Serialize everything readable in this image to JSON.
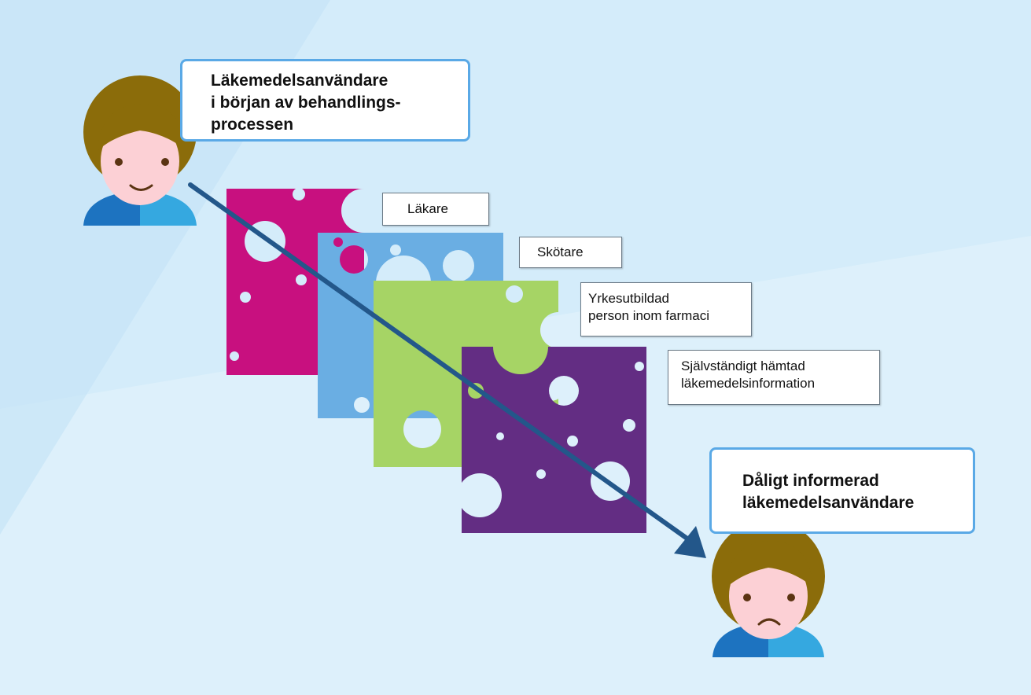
{
  "start_user": {
    "lines": [
      "Läkemedelsanvändare",
      "i början av behandlings-",
      "processen"
    ],
    "mood": "smiling"
  },
  "end_user": {
    "lines": [
      "Dåligt informerad",
      "läkemedelsanvändare"
    ],
    "mood": "sad"
  },
  "layers": [
    {
      "label_lines": [
        "Läkare"
      ],
      "color": "#c8107f"
    },
    {
      "label_lines": [
        "Skötare"
      ],
      "color": "#6aaee3"
    },
    {
      "label_lines": [
        "Yrkesutbildad",
        "person inom farmaci"
      ],
      "color": "#a6d465"
    },
    {
      "label_lines": [
        "Självständigt hämtad",
        "läkemedelsinformation"
      ],
      "color": "#632d83"
    }
  ],
  "colors": {
    "background": "#d4ecfa",
    "arrow": "#23578a",
    "bubble_border": "#5aa9e6",
    "hair": "#8b6c0a",
    "skin": "#fcd0d5",
    "shirt_dark": "#1d73c0",
    "shirt_light": "#35a8e0"
  }
}
